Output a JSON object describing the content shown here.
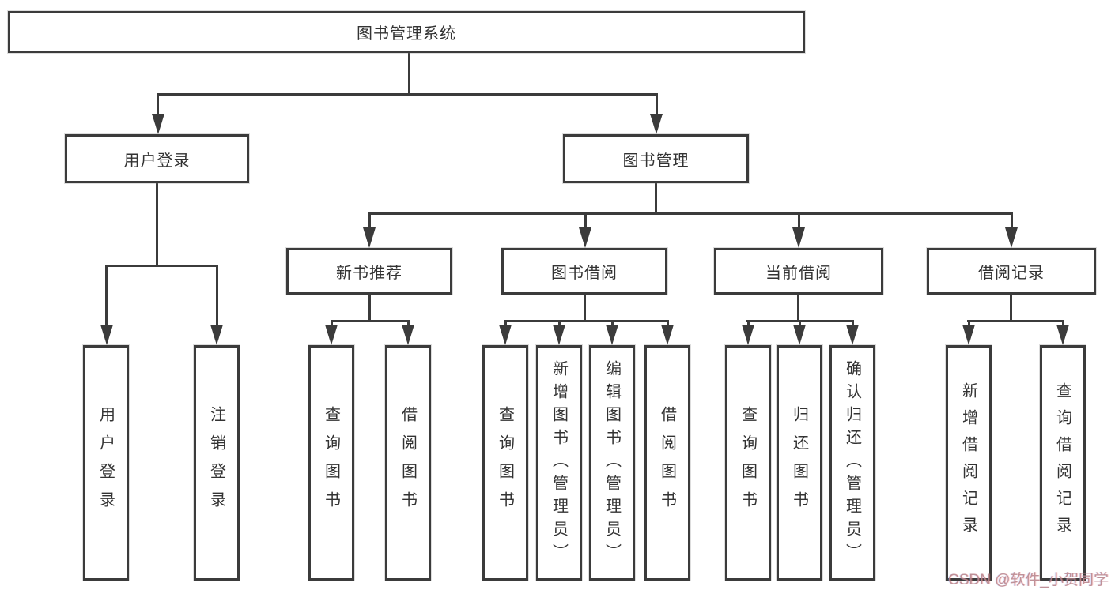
{
  "diagram": {
    "type": "tree",
    "nodes": {
      "root": "图书管理系统",
      "login_group": "用户登录",
      "book_mgmt": "图书管理",
      "new_book_rec": "新书推荐",
      "book_borrow": "图书借阅",
      "current_borrow": "当前借阅",
      "borrow_record": "借阅记录",
      "leaf_user_login": "用户登录",
      "leaf_logout": "注销登录",
      "leaf_query_book_a": "查询图书",
      "leaf_borrow_book_a": "借阅图书",
      "leaf_query_book_b": "查询图书",
      "leaf_add_book": "新增图书（管理员）",
      "leaf_edit_book": "编辑图书（管理员）",
      "leaf_borrow_book_b": "借阅图书",
      "leaf_query_book_c": "查询图书",
      "leaf_return_book": "归还图书",
      "leaf_confirm_return": "确认归还（管理员）",
      "leaf_add_record": "新增借阅记录",
      "leaf_query_record": "查询借阅记录"
    },
    "edges": [
      [
        "图书管理系统",
        "用户登录"
      ],
      [
        "图书管理系统",
        "图书管理"
      ],
      [
        "用户登录",
        "用户登录"
      ],
      [
        "用户登录",
        "注销登录"
      ],
      [
        "图书管理",
        "新书推荐"
      ],
      [
        "图书管理",
        "图书借阅"
      ],
      [
        "图书管理",
        "当前借阅"
      ],
      [
        "图书管理",
        "借阅记录"
      ],
      [
        "新书推荐",
        "查询图书"
      ],
      [
        "新书推荐",
        "借阅图书"
      ],
      [
        "图书借阅",
        "查询图书"
      ],
      [
        "图书借阅",
        "新增图书（管理员）"
      ],
      [
        "图书借阅",
        "编辑图书（管理员）"
      ],
      [
        "图书借阅",
        "借阅图书"
      ],
      [
        "当前借阅",
        "查询图书"
      ],
      [
        "当前借阅",
        "归还图书"
      ],
      [
        "当前借阅",
        "确认归还（管理员）"
      ],
      [
        "借阅记录",
        "新增借阅记录"
      ],
      [
        "借阅记录",
        "查询借阅记录"
      ]
    ],
    "colors": {
      "line": "#3b3b3b",
      "box_border": "#3b3b3b",
      "box_fill": "#ffffff",
      "text": "#333333",
      "background": "#ffffff",
      "watermark": "#b9868d"
    }
  },
  "watermark": "CSDN @软件_小贺同学"
}
